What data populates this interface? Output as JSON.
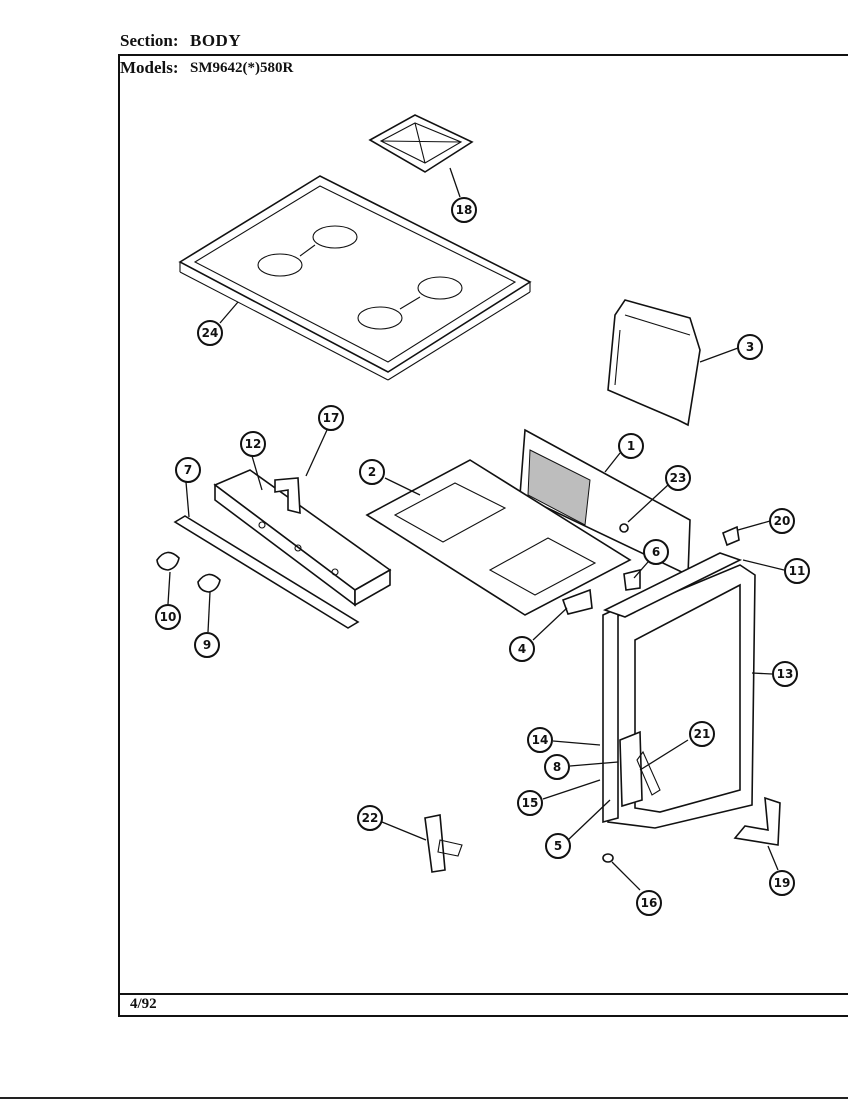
{
  "header": {
    "section_label": "Section:",
    "section_value": "BODY",
    "models_label": "Models:",
    "models_value": "SM9642(*)580R"
  },
  "footer": {
    "date": "4/92"
  },
  "callouts": {
    "c1": "1",
    "c2": "2",
    "c3": "3",
    "c4": "4",
    "c5": "5",
    "c6": "6",
    "c7": "7",
    "c8": "8",
    "c9": "9",
    "c10": "10",
    "c11": "11",
    "c12": "12",
    "c13": "13",
    "c14": "14",
    "c15": "15",
    "c16": "16",
    "c17": "17",
    "c18": "18",
    "c19": "19",
    "c20": "20",
    "c21": "21",
    "c22": "22",
    "c23": "23",
    "c24": "24"
  }
}
